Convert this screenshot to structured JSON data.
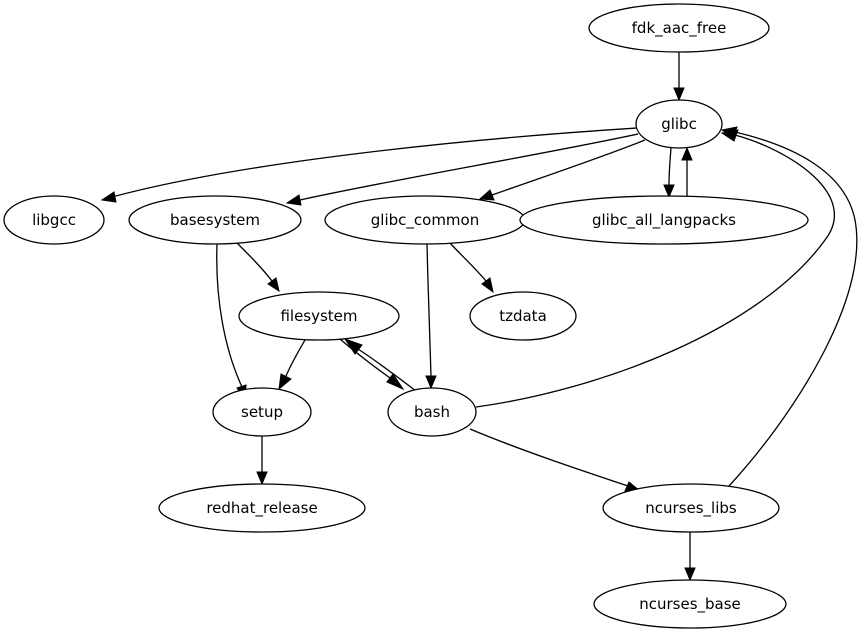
{
  "graph": {
    "type": "directed-dependency-graph",
    "nodes": [
      {
        "id": "fdk_aac_free",
        "label": "fdk_aac_free"
      },
      {
        "id": "glibc",
        "label": "glibc"
      },
      {
        "id": "libgcc",
        "label": "libgcc"
      },
      {
        "id": "basesystem",
        "label": "basesystem"
      },
      {
        "id": "glibc_common",
        "label": "glibc_common"
      },
      {
        "id": "glibc_all_langpacks",
        "label": "glibc_all_langpacks"
      },
      {
        "id": "filesystem",
        "label": "filesystem"
      },
      {
        "id": "tzdata",
        "label": "tzdata"
      },
      {
        "id": "setup",
        "label": "setup"
      },
      {
        "id": "bash",
        "label": "bash"
      },
      {
        "id": "redhat_release",
        "label": "redhat_release"
      },
      {
        "id": "ncurses_libs",
        "label": "ncurses_libs"
      },
      {
        "id": "ncurses_base",
        "label": "ncurses_base"
      }
    ],
    "edges": [
      {
        "from": "fdk_aac_free",
        "to": "glibc"
      },
      {
        "from": "glibc",
        "to": "libgcc"
      },
      {
        "from": "glibc",
        "to": "basesystem"
      },
      {
        "from": "glibc",
        "to": "glibc_common"
      },
      {
        "from": "glibc",
        "to": "glibc_all_langpacks"
      },
      {
        "from": "glibc_all_langpacks",
        "to": "glibc"
      },
      {
        "from": "basesystem",
        "to": "filesystem"
      },
      {
        "from": "basesystem",
        "to": "setup"
      },
      {
        "from": "glibc_common",
        "to": "tzdata"
      },
      {
        "from": "glibc_common",
        "to": "bash"
      },
      {
        "from": "filesystem",
        "to": "setup"
      },
      {
        "from": "filesystem",
        "to": "bash"
      },
      {
        "from": "bash",
        "to": "filesystem"
      },
      {
        "from": "bash",
        "to": "glibc"
      },
      {
        "from": "bash",
        "to": "ncurses_libs"
      },
      {
        "from": "setup",
        "to": "redhat_release"
      },
      {
        "from": "ncurses_libs",
        "to": "glibc"
      },
      {
        "from": "ncurses_libs",
        "to": "ncurses_base"
      }
    ]
  }
}
